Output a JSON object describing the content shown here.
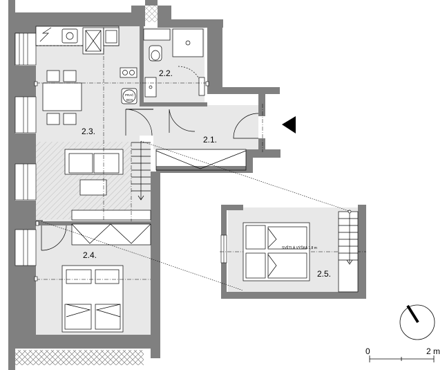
{
  "rooms": {
    "entry": "2.1.",
    "bathroom": "2.2.",
    "living": "2.3.",
    "bedroom": "2.4.",
    "mezzanine": "2.5."
  },
  "mezzanine_note": "SVĚTLÁ VÝŠKA 1,8 m",
  "appliance_label": "PRAČ\nBOX",
  "scale": {
    "start": "0",
    "end": "2 m"
  },
  "colors": {
    "wall": "#808080",
    "floor": "#e8e8e8",
    "line": "#000000"
  }
}
